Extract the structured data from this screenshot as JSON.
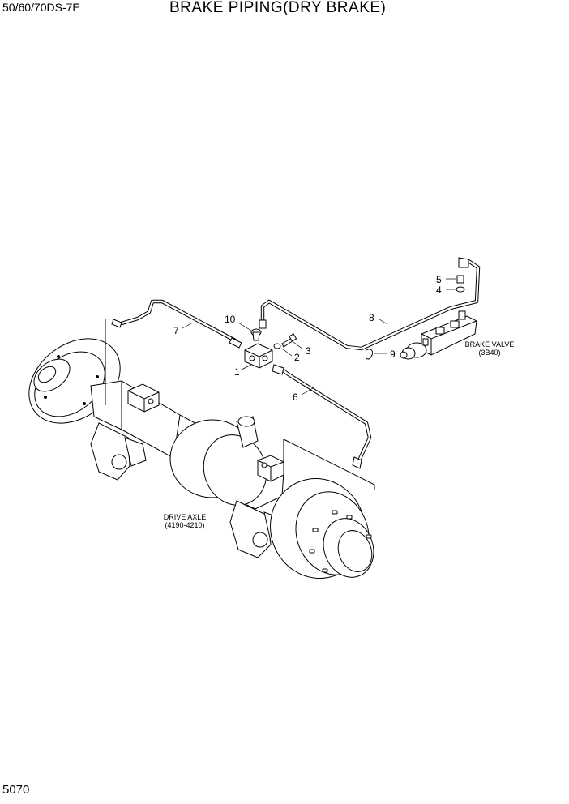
{
  "header": {
    "model": "50/60/70DS-7E",
    "title": "BRAKE PIPING(DRY BRAKE)"
  },
  "footer": {
    "page_number": "5070"
  },
  "callouts": {
    "p1": "1",
    "p2": "2",
    "p3": "3",
    "p4": "4",
    "p5": "5",
    "p6": "6",
    "p7": "7",
    "p8": "8",
    "p9": "9",
    "p10": "10"
  },
  "labels": {
    "brake_valve": "BRAKE VALVE",
    "brake_valve_ref": "(3B40)",
    "drive_axle": "DRIVE AXLE",
    "drive_axle_ref": "(4190-4210)"
  }
}
